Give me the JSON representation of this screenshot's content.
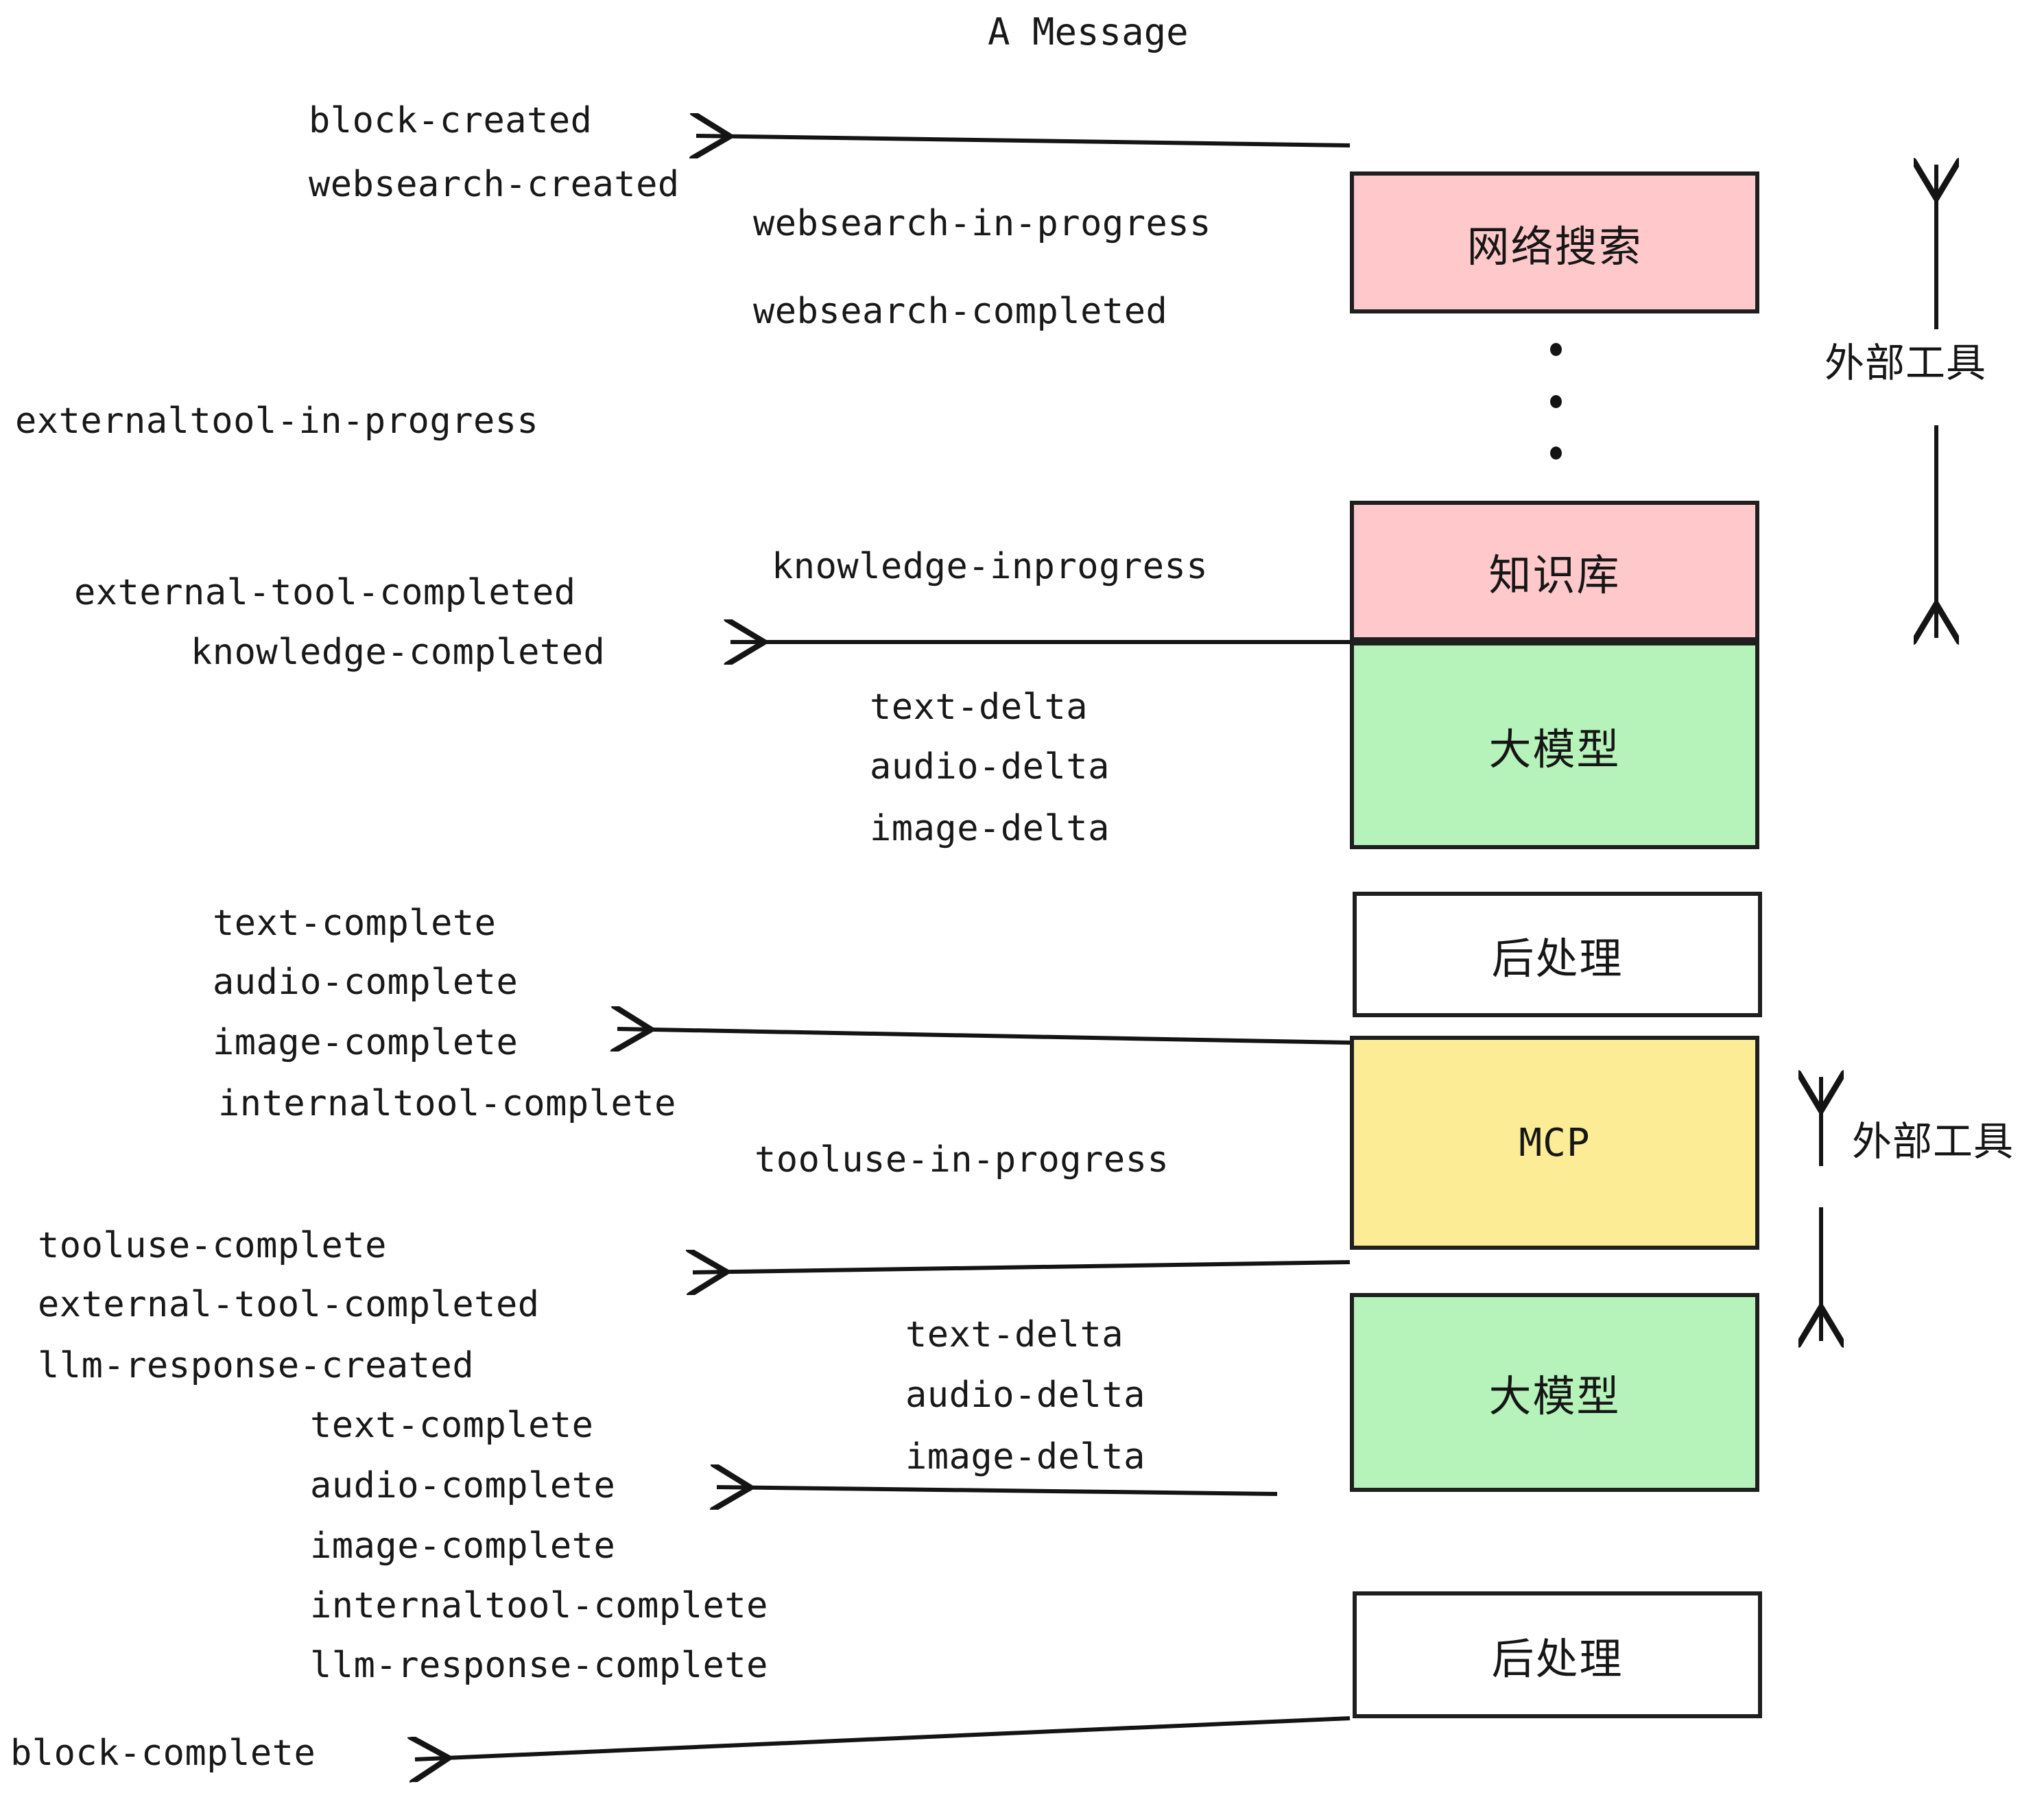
{
  "diagram": {
    "title": "A Message",
    "type": "sequence-flow-diagram",
    "background": "#ffffff",
    "colors": {
      "external_tool_fill": "#ffc8ca",
      "llm_fill": "#b6f3ba",
      "mcp_fill": "#fcec96",
      "postprocess_fill": "#ffffff",
      "stroke": "#1f1f1f",
      "text": "#181818"
    }
  },
  "nodes": [
    {
      "id": "websearch",
      "label": "网络搜索",
      "fill": "#ffc8ca",
      "kind": "external-tool"
    },
    {
      "id": "knowledge",
      "label": "知识库",
      "fill": "#ffc8ca",
      "kind": "external-tool"
    },
    {
      "id": "llm-1",
      "label": "大模型",
      "fill": "#b6f3ba",
      "kind": "llm"
    },
    {
      "id": "postprocess-1",
      "label": "后处理",
      "fill": "#ffffff",
      "kind": "post-process"
    },
    {
      "id": "mcp",
      "label": "MCP",
      "fill": "#fcec96",
      "kind": "mcp"
    },
    {
      "id": "llm-2",
      "label": "大模型",
      "fill": "#b6f3ba",
      "kind": "llm"
    },
    {
      "id": "postprocess-2",
      "label": "后处理",
      "fill": "#ffffff",
      "kind": "post-process"
    }
  ],
  "group_labels": [
    {
      "id": "external-tools-top",
      "label": "外部工具"
    },
    {
      "id": "external-tools-bottom",
      "label": "外部工具"
    }
  ],
  "events": {
    "block_created": "block-created",
    "websearch_created": "websearch-created",
    "websearch_in_progress": "websearch-in-progress",
    "websearch_completed": "websearch-completed",
    "externaltool_in_progress": "externaltool-in-progress",
    "knowledge_inprogress": "knowledge-inprogress",
    "external_tool_completed_1": "external-tool-completed",
    "knowledge_completed": "knowledge-completed",
    "text_delta_1": "text-delta",
    "audio_delta_1": "audio-delta",
    "image_delta_1": "image-delta",
    "text_complete_1": "text-complete",
    "audio_complete_1": "audio-complete",
    "image_complete_1": "image-complete",
    "internaltool_complete_1": "internaltool-complete",
    "tooluse_in_progress": "tooluse-in-progress",
    "tooluse_complete": "tooluse-complete",
    "external_tool_completed_2": "external-tool-completed",
    "llm_response_created": "llm-response-created",
    "text_delta_2": "text-delta",
    "audio_delta_2": "audio-delta",
    "image_delta_2": "image-delta",
    "text_complete_2": "text-complete",
    "audio_complete_2": "audio-complete",
    "image_complete_2": "image-complete",
    "internaltool_complete_2": "internaltool-complete",
    "llm_response_complete": "llm-response-complete",
    "block_complete": "block-complete"
  },
  "ellipsis": {
    "symbol": "vertical-dots",
    "count": 3
  }
}
